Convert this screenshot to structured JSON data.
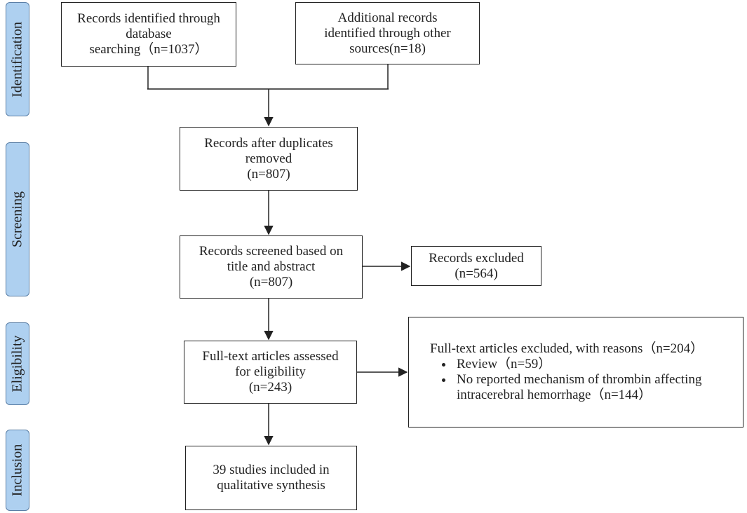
{
  "stages": [
    {
      "name": "identification",
      "label": "Identification"
    },
    {
      "name": "screening",
      "label": "Screening"
    },
    {
      "name": "eligibility",
      "label": "Eligibility"
    },
    {
      "name": "inclusion",
      "label": "Inclusion"
    }
  ],
  "boxes": {
    "database_search": [
      "Records identified through",
      "database",
      "searching（n=1037）"
    ],
    "other_sources": [
      "Additional records",
      "identified through other",
      "sources(n=18)"
    ],
    "duplicates_removed": [
      "Records after duplicates",
      "removed",
      "(n=807)"
    ],
    "screened": [
      "Records screened based on",
      "title and abstract",
      "(n=807)"
    ],
    "excluded": [
      "Records excluded",
      "(n=564)"
    ],
    "full_text": [
      "Full-text articles assessed",
      "for eligibility",
      "(n=243)"
    ],
    "full_text_excluded": {
      "heading": "Full-text articles excluded, with reasons（n=204）",
      "reasons": [
        "Review（n=59）",
        "No reported mechanism of thrombin affecting intracerebral hemorrhage（n=144）"
      ]
    },
    "included": [
      "39 studies included in",
      "qualitative synthesis"
    ]
  },
  "colors": {
    "stage_fill": "#aed0f0",
    "stage_border": "#5b7fa6",
    "line": "#222222"
  }
}
